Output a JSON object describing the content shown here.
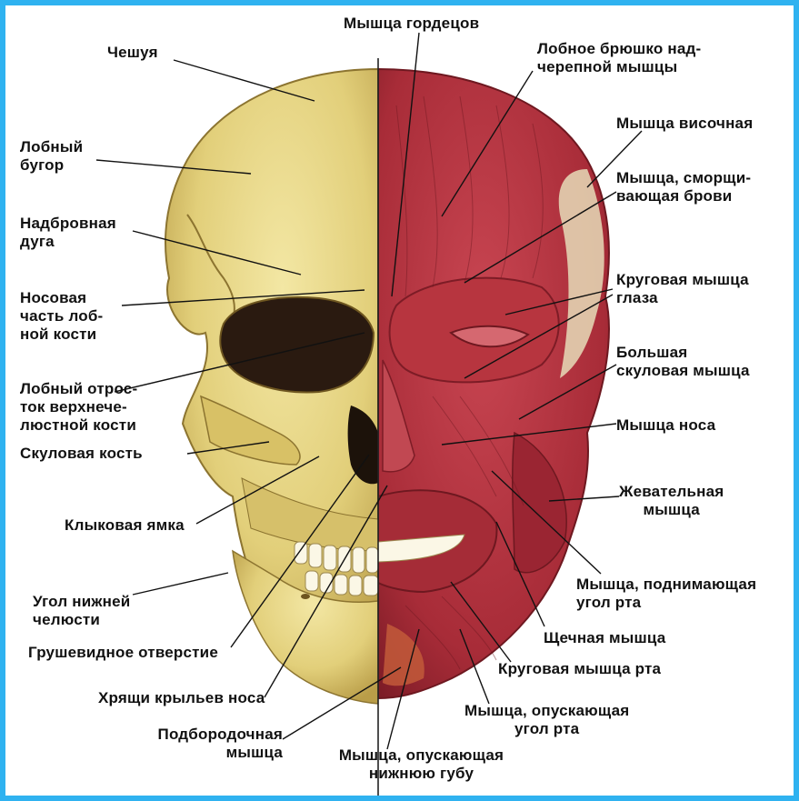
{
  "labels": {
    "cheshuya": "Чешуя",
    "lobny_bugor": "Лобный\nбугор",
    "nadbrovnaya_duga": "Надбровная\nдуга",
    "nosovaya_chast": "Носовая\nчасть лоб-\nной кости",
    "lobny_otrostok": "Лобный отрос-\nток верхнече-\nлюстной кости",
    "skulovaya_kost": "Скуловая кость",
    "klykovaya_yamka": "Клыковая ямка",
    "ugol_chelyusti": "Угол нижней\nчелюсти",
    "grushevidnoe": "Грушевидное отверстие",
    "khryashchi": "Хрящи крыльев носа",
    "podborodochnaya": "Подбородочная\nмышца",
    "opusk_gubu": "Мышца, опускающая\nнижнюю губу",
    "gordetsov": "Мышца гордецов",
    "lobnoe_bryushko": "Лобное брюшко над-\nчерепной мышцы",
    "visochnaya": "Мышца височная",
    "smorshch": "Мышца, сморщи-\nвающая брови",
    "krug_glaza": "Круговая мышца\nглаза",
    "bolshaya_skul": "Большая\nскуловая мышца",
    "nosa": "Мышца носа",
    "zhevatelnaya": "Жевательная\nмышца",
    "podnim_ugol": "Мышца, поднимающая\nугол рта",
    "shchechnaya": "Щечная мышца",
    "krug_rta": "Круговая мышца рта",
    "opusk_ugol": "Мышца, опускающая\nугол рта"
  },
  "colors": {
    "frame": "#2fb2f0",
    "bone": "#e9d98a",
    "bone_shadow": "#b39a4a",
    "muscle": "#b2343f",
    "muscle_dark": "#7d1c26",
    "tendon": "#e6dcb8"
  }
}
